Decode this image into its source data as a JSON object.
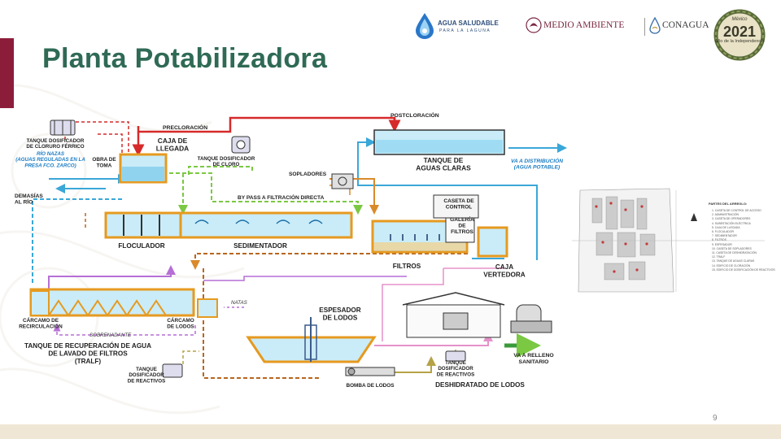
{
  "slide": {
    "title": "Planta Potabilizadora",
    "page_number": "9"
  },
  "logos": {
    "agua_saludable": {
      "name": "AGUA SALUDABLE",
      "subtitle": "PARA LA LAGUNA"
    },
    "medio_ambiente": {
      "name": "MEDIO AMBIENTE"
    },
    "conagua": {
      "name": "CONAGUA"
    },
    "mexico_2021": {
      "line1": "México",
      "year": "2021",
      "line2": "Año de la Independencia"
    }
  },
  "colors": {
    "accent": "#8c1d3a",
    "title": "#2f6a55",
    "red_line": "#d62a2a",
    "light_blue_line": "#3aa7d8",
    "green_dash": "#7bc843",
    "orange_line": "#d98a2b",
    "brown_dash": "#b8661f",
    "purple_line": "#b66fd6",
    "pink_line": "#e592c9",
    "olive_line": "#b5a247",
    "water": "#c9ecf8",
    "tank_wall": "#e69a1f"
  },
  "diagram": {
    "labels": {
      "tanque_cloruro": "TANQUE DOSIFICADOR\nDE CLORURO FÉRRICO",
      "rio_nazas": "RÍO NAZAS\n(AGUAS REGULADAS EN LA\nPRESA FCO. ZARCO)",
      "obra_toma": "OBRA DE\nTOMA",
      "precloracion": "PRECLORACIÓN",
      "caja_llegada": "CAJA DE\nLLEGADA",
      "tanque_cloro": "TANQUE DOSIFICADOR\nDE CLORO",
      "postcloracion": "POSTCLORACIÓN",
      "tanque_aguas_claras": "TANQUE DE\nAGUAS CLARAS",
      "va_distribucion": "VA A DISTRIBUCIÓN\n(AGUA POTABLE)",
      "sopladores": "SOPLADORES",
      "bypass": "BY PASS A FILTRACIÓN DIRECTA",
      "demasias": "DEMASÍAS\nAL RÍO",
      "caseta_control": "CASETA DE\nCONTROL",
      "galeria_filtros": "GALERÍA\nDE\nFILTROS",
      "floculador": "FLOCULADOR",
      "sedimentador": "SEDIMENTADOR",
      "filtros": "FILTROS",
      "caja_vertedora": "CAJA\nVERTEDORA",
      "natas": "NATAS",
      "espesador": "ESPESADOR\nDE LODOS",
      "carcamo_recirculacion": "CÁRCAMO DE\nRECIRCULACIÓN",
      "carcamo_lodos": "CÁRCAMO\nDE LODOS",
      "sobrenadante": "SOBRENADANTE",
      "tralf": "TANQUE DE RECUPERACIÓN DE AGUA\nDE LAVADO DE FILTROS\n(TRALF)",
      "tanque_reactivos_1": "TANQUE\nDOSIFICADOR\nDE REACTIVOS",
      "bomba_lodos": "BOMBA DE LODOS",
      "tanque_reactivos_2": "TANQUE\nDOSIFICADOR\nDE REACTIVOS",
      "deshidratado": "DESHIDRATADO DE LODOS",
      "va_relleno": "VA A RELLENO\nSANITARIO"
    }
  },
  "site_map": {
    "legend_title": "PARTES DEL ARREGLO:",
    "legend_items": [
      "1. CASETA DE CONTROL DE ACCESO",
      "2. ADMINISTRACIÓN",
      "3. CASETA DE OPERADORES",
      "4. SUBESTACIÓN ELÉCTRICA",
      "5. CAJA DE LLEGADA",
      "6. FLOCULADOR",
      "7. SEDIMENTADOR",
      "8. FILTROS",
      "9. ESPESADOR",
      "10. CASETA DE SOPLADORES",
      "11. CASETA DE DESHIDRATACIÓN",
      "12. TRALF",
      "13. TANQUE DE AGUAS CLARAS",
      "14. EDIFICIO DE CLORACIÓN",
      "15. EDIFICIO DE DOSIFICACIÓN DE REACTIVOS"
    ]
  }
}
